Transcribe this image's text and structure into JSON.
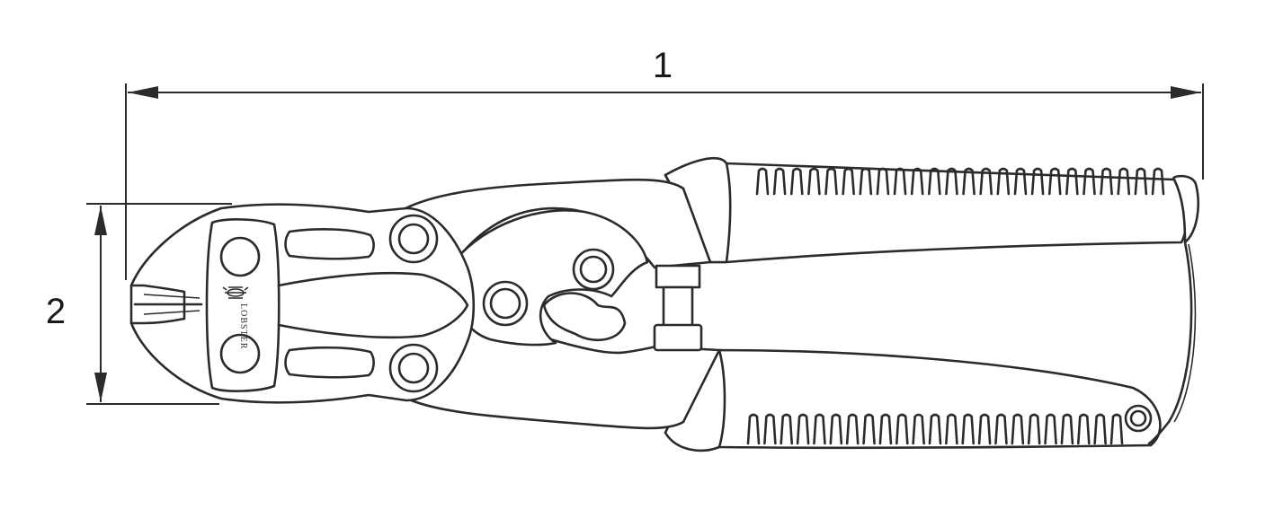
{
  "dimensions": {
    "length_label": "1",
    "height_label": "2"
  },
  "tool": {
    "brand": "LOBSTER",
    "logo_icon": "lobster-logo-icon"
  },
  "colors": {
    "ink": "#2b2b2b",
    "background": "#ffffff"
  }
}
